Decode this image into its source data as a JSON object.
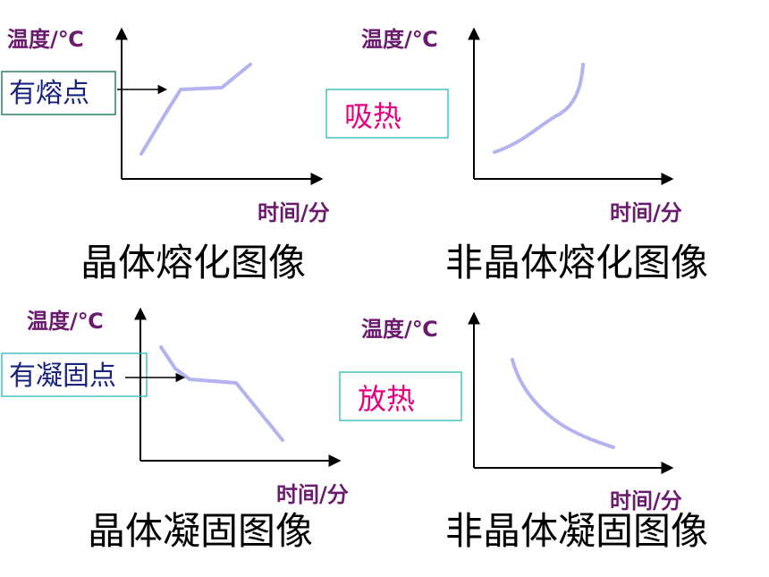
{
  "axis_labels": {
    "y": "温度/℃",
    "x": "时间/分"
  },
  "panels": [
    {
      "title": "晶体熔化图像",
      "box_label": "有熔点",
      "box_kind": "point-label"
    },
    {
      "title": "非晶体熔化图像",
      "box_label": "吸热",
      "box_kind": "heat-label"
    },
    {
      "title": "晶体凝固图像",
      "box_label": "有凝固点",
      "box_kind": "point-label"
    },
    {
      "title": "非晶体凝固图像",
      "box_label": "放热",
      "box_kind": "heat-label"
    }
  ],
  "colors": {
    "axis_label": "#6a1b6e",
    "point_label": "#1a237e",
    "heat_label": "#e4007f",
    "box_border_point": "#2e7d6b",
    "box_border_heat": "#46c2c2",
    "curve": "#b3b3f0",
    "axis": "#000000",
    "title": "#000000"
  }
}
